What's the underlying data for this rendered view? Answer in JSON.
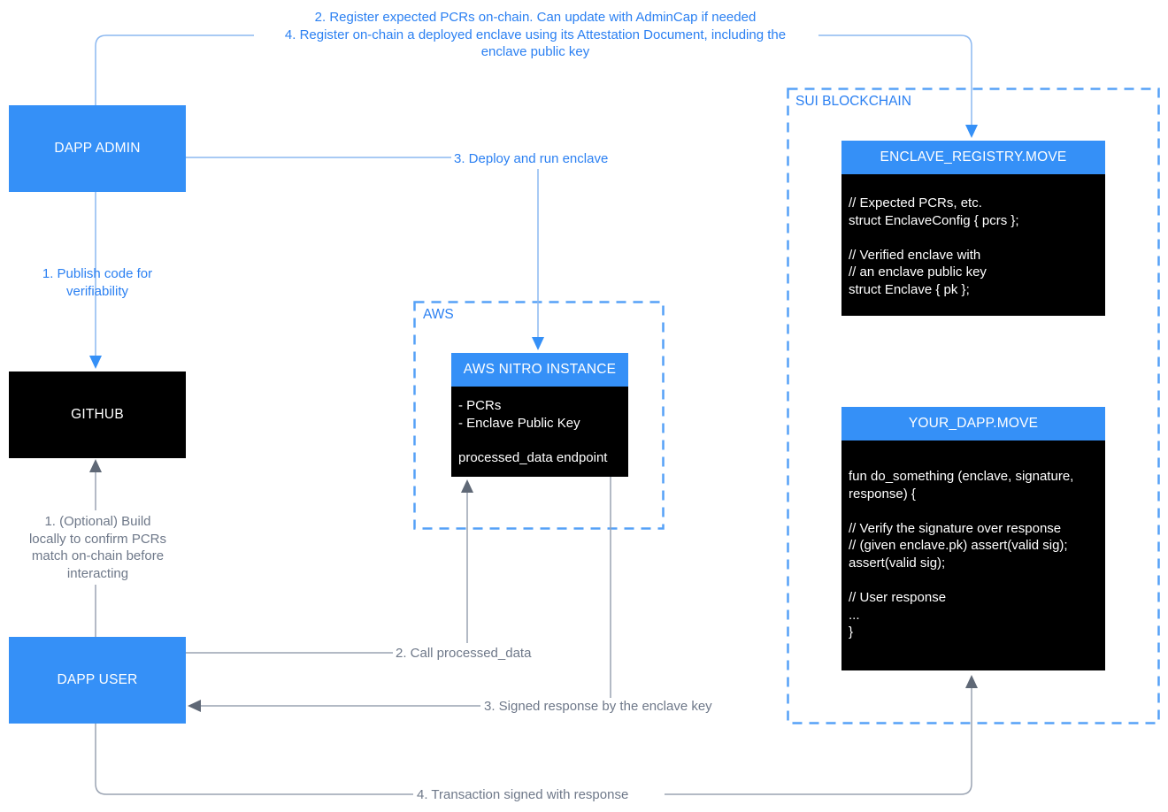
{
  "colors": {
    "box_blue": "#3590f7",
    "box_black": "#000000",
    "dashed_border_blue": "#55a1f7",
    "connector_blue": "#8cb8f0",
    "connector_gray": "#9aa3b2",
    "arrow_blue": "#3590f7",
    "arrow_gray": "#5f6876",
    "text_blue": "#2b80f2",
    "text_gray": "#6e7889",
    "background": "#ffffff"
  },
  "top_annotation": {
    "line1": "2. Register expected PCRs on-chain. Can update with AdminCap if needed",
    "line2": "4. Register on-chain a deployed enclave using its Attestation Document, including the",
    "line3": "enclave public key"
  },
  "actors": {
    "dapp_admin": "DAPP ADMIN",
    "github": "GITHUB",
    "dapp_user": "DAPP USER"
  },
  "aws": {
    "label": "AWS",
    "nitro": {
      "title": "AWS NITRO INSTANCE",
      "body": "- PCRs\n- Enclave Public Key\n\nprocessed_data endpoint"
    }
  },
  "sui": {
    "label": "SUI BLOCKCHAIN",
    "registry": {
      "title": "ENCLAVE_REGISTRY.MOVE",
      "body": "// Expected PCRs, etc.\nstruct EnclaveConfig { pcrs };\n\n// Verified enclave with\n// an enclave public key\nstruct Enclave { pk };"
    },
    "your_dapp": {
      "title": "YOUR_DAPP.MOVE",
      "body": "fun do_something (enclave, signature,\nresponse) {\n\n// Verify the signature over response\n// (given enclave.pk) assert(valid sig);\nassert(valid sig);\n\n// User response\n...\n}"
    }
  },
  "edges": {
    "publish_code": "1. Publish code for\nverifiability",
    "deploy_enclave": "3. Deploy and run enclave",
    "optional_build": "1. (Optional) Build\nlocally to confirm PCRs\nmatch on-chain before\ninteracting",
    "call_processed_data": "2. Call processed_data",
    "signed_response": "3. Signed response by the enclave key",
    "transaction_signed": "4. Transaction signed with response"
  }
}
